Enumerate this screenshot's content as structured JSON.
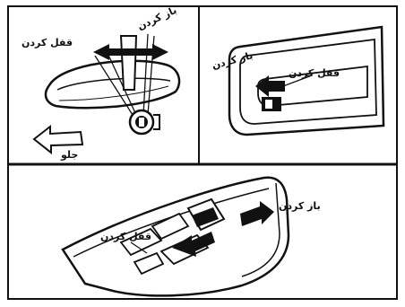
{
  "labels": {
    "top_left_lock": "قفل کردن",
    "top_left_open": "باز کردن",
    "top_left_front": "جلو",
    "top_right_open": "باز کردن",
    "top_right_lock": "قفل کردن",
    "bottom_open": "باز کردن",
    "bottom_lock": "قفل کردن"
  },
  "colors": {
    "ink": "#111111",
    "paper": "#ffffff"
  }
}
